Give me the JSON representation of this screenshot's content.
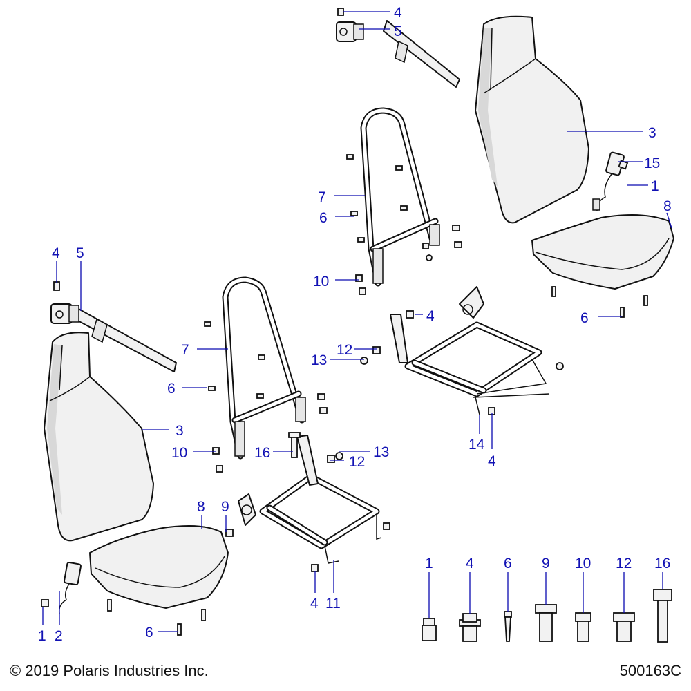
{
  "footer": {
    "copyright": "© 2019 Polaris Industries Inc.",
    "drawing_number": "500163C"
  },
  "callouts": {
    "c4_top": "4",
    "c5_top": "5",
    "c3_upper": "3",
    "c15": "15",
    "c1_upper": "1",
    "c8_upper": "8",
    "c7_upper": "7",
    "c6_upper": "6",
    "c10_upper": "10",
    "c4_upper_frame": "4",
    "c6_upper_cushion": "6",
    "c12_upper": "12",
    "c13_upper": "13",
    "c14": "14",
    "c4_lower_frame": "4",
    "c4_left": "4",
    "c5_left": "5",
    "c7_lower": "7",
    "c6_lower": "6",
    "c3_lower": "3",
    "c10_lower": "10",
    "c16": "16",
    "c12_lower": "12",
    "c13_lower": "13",
    "c8_lower": "8",
    "c9": "9",
    "c4_bottom": "4",
    "c11": "11",
    "c1_bottom": "1",
    "c2": "2",
    "c6_bottom": "6"
  },
  "hardware_legend": [
    "1",
    "4",
    "6",
    "9",
    "10",
    "12",
    "16"
  ]
}
